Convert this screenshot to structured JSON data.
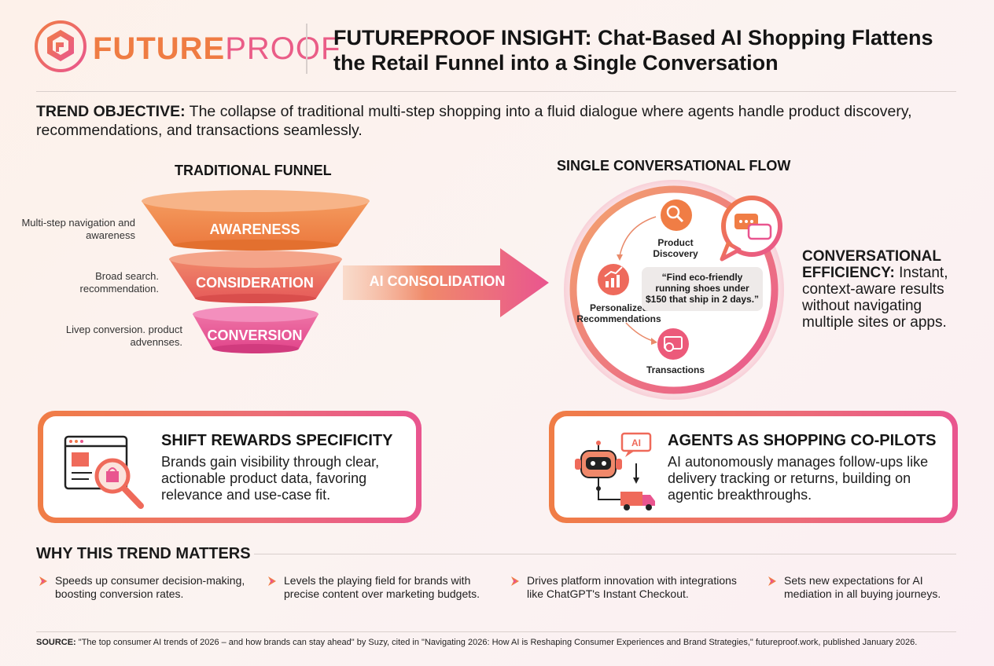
{
  "header": {
    "brand_part1": "FUTURE",
    "brand_part2": "PROOF",
    "headline_line1": "FUTUREPROOF INSIGHT: Chat-Based AI Shopping Flattens",
    "headline_line2": "the Retail Funnel into a Single Conversation"
  },
  "objective": {
    "label": "TREND OBJECTIVE:",
    "text": " The collapse of traditional multi-step shopping into a fluid dialogue where agents handle product discovery, recommendations, and transactions seamlessly."
  },
  "traditional_funnel": {
    "title": "TRADITIONAL FUNNEL",
    "stages": [
      {
        "label": "AWARENESS",
        "note": "Multi-step navigation and awareness"
      },
      {
        "label": "CONSIDERATION",
        "note": "Broad search. recommendation."
      },
      {
        "label": "CONVERSION",
        "note": "Livep conversion. product advennses."
      }
    ]
  },
  "arrow": {
    "label": "AI CONSOLIDATION"
  },
  "conversational_flow": {
    "title": "SINGLE CONVERSATIONAL FLOW",
    "nodes": {
      "product_discovery": "Product Discovery",
      "personalized": "Personalized Recommendations",
      "transactions": "Transactions"
    },
    "quote": "“Find eco-friendly running shoes under $150 that ship in 2 days.”"
  },
  "efficiency": {
    "label": "CONVERSATIONAL EFFICIENCY:",
    "text": " Instant, context-aware results without navigating multiple sites or apps."
  },
  "cards": [
    {
      "title": "SHIFT REWARDS SPECIFICITY",
      "body": "Brands gain visibility through clear, actionable product data, favoring relevance and use-case fit.",
      "icon": "product-search-icon"
    },
    {
      "title": "AGENTS AS SHOPPING CO-PILOTS",
      "body": "AI autonomously manages follow-ups like delivery tracking or returns, building on agentic breakthroughs.",
      "icon": "robot-delivery-icon",
      "icon_text": "AI"
    }
  ],
  "why": {
    "title": "WHY THIS TREND MATTERS",
    "bullets": [
      "Speeds up consumer decision-making, boosting conversion rates.",
      "Levels the playing field for brands with precise content over marketing budgets.",
      "Drives platform innovation with integrations like ChatGPT's Instant Checkout.",
      "Sets new expectations for AI mediation in all buying journeys."
    ]
  },
  "source": {
    "label": "SOURCE:",
    "text": " \"The top consumer AI trends of 2026 – and how brands can stay ahead\" by Suzy, cited in \"Navigating 2026: How AI is Reshaping Consumer Experiences and Brand Strategies,\" futureproof.work, published January 2026."
  },
  "colors": {
    "orange": "#f07d45",
    "coral": "#ec6f74",
    "pink": "#e9558f"
  }
}
